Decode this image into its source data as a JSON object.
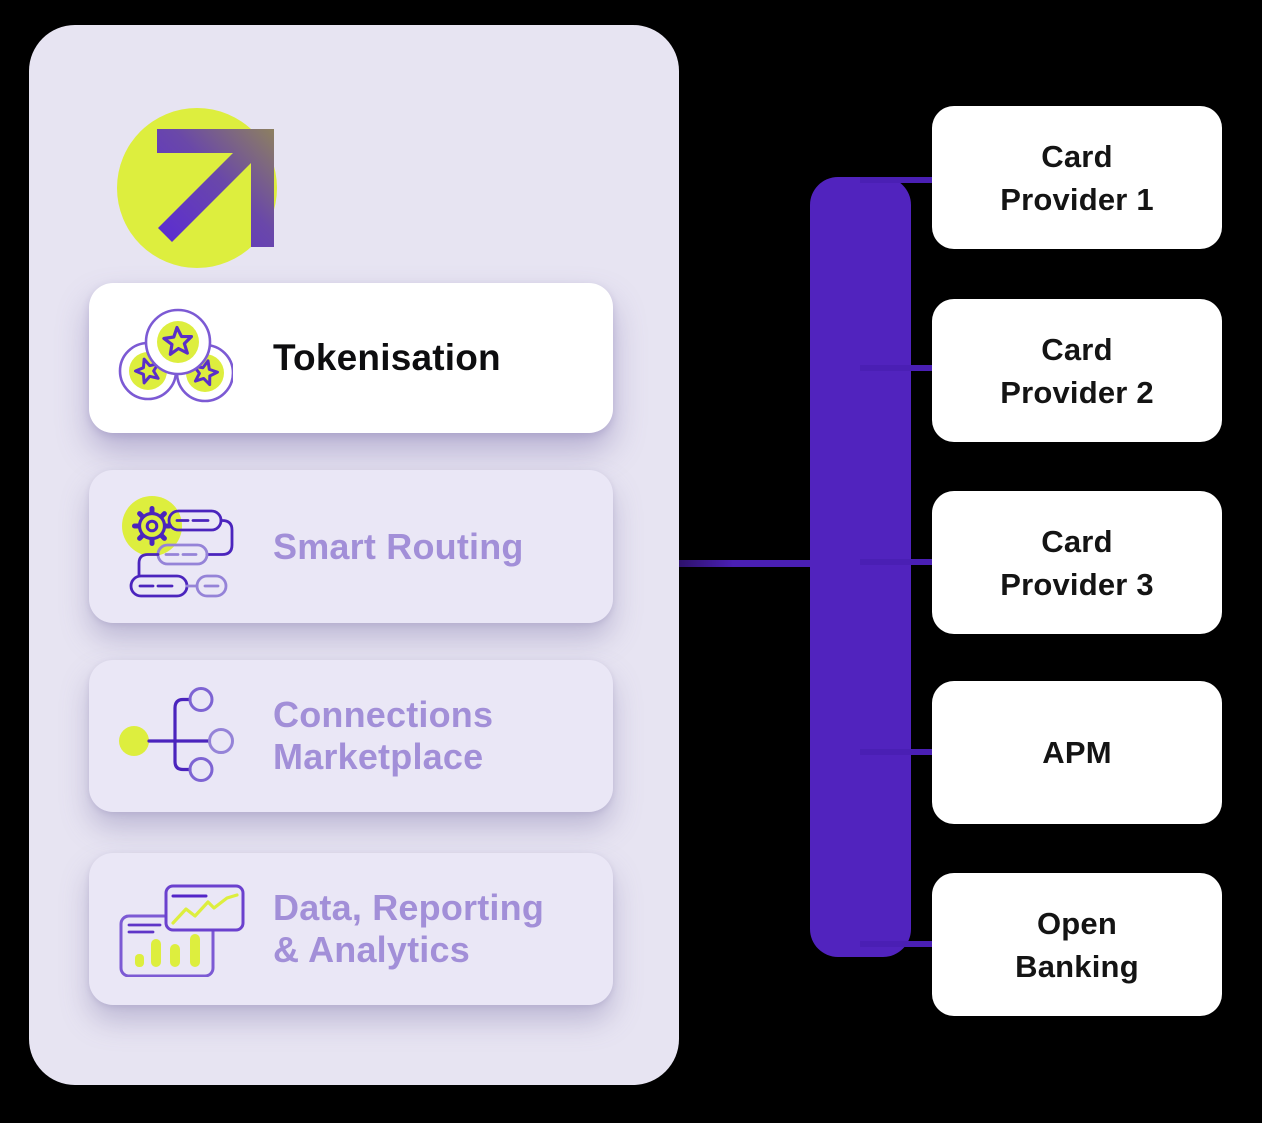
{
  "background_color": "#000000",
  "panel": {
    "bg_color": "#E7E4F2",
    "logo": {
      "name": "upward-arrow-logo",
      "circle_color": "#DDEE3E",
      "arrow_gradient": [
        "#5B2BD4",
        "#8D8060"
      ]
    },
    "cards": [
      {
        "label": "Tokenisation",
        "icon": "token-coins-icon",
        "style": "highlight",
        "text_color": "#0D0D0F"
      },
      {
        "label": "Smart Routing",
        "icon": "routing-gear-icon",
        "style": "muted",
        "text_color": "#A28FD8"
      },
      {
        "label": "Connections\nMarketplace",
        "icon": "branch-network-icon",
        "style": "muted",
        "text_color": "#A28FD8"
      },
      {
        "label": "Data, Reporting\n& Analytics",
        "icon": "charts-report-icon",
        "style": "muted",
        "text_color": "#A28FD8"
      }
    ]
  },
  "connector": {
    "trunk_color": "#5123BE",
    "line_color": "#4A1FB4"
  },
  "providers": {
    "card_bg": "#FFFFFF",
    "text_color": "#141414",
    "items": [
      {
        "label": "Card\nProvider 1"
      },
      {
        "label": "Card\nProvider 2"
      },
      {
        "label": "Card\nProvider 3"
      },
      {
        "label": "APM"
      },
      {
        "label": "Open\nBanking"
      }
    ]
  }
}
